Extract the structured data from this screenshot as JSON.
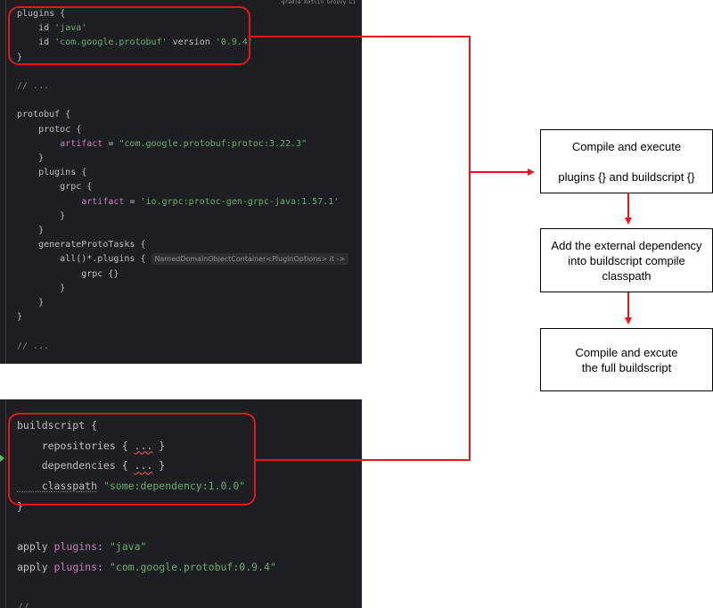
{
  "top_strip_text": "gradle  Kotlin  Groovy  Li",
  "editor_top": {
    "lines": [
      {
        "t": [
          {
            "c": "kw",
            "v": "plugins {"
          }
        ]
      },
      {
        "t": [
          {
            "c": "kw",
            "v": "    id "
          },
          {
            "c": "str",
            "v": "'java'"
          }
        ]
      },
      {
        "t": [
          {
            "c": "kw",
            "v": "    id "
          },
          {
            "c": "str",
            "v": "'com.google.protobuf'"
          },
          {
            "c": "kw",
            "v": " version "
          },
          {
            "c": "str",
            "v": "'0.9.4'"
          }
        ]
      },
      {
        "t": [
          {
            "c": "kw",
            "v": "}"
          }
        ]
      },
      {
        "t": []
      },
      {
        "t": [
          {
            "c": "cmt",
            "v": "// ..."
          }
        ]
      },
      {
        "t": []
      },
      {
        "t": [
          {
            "c": "kw",
            "v": "protobuf {"
          }
        ]
      },
      {
        "t": [
          {
            "c": "kw",
            "v": "    protoc {"
          }
        ]
      },
      {
        "t": [
          {
            "c": "prop",
            "v": "        artifact"
          },
          {
            "c": "kw",
            "v": " = "
          },
          {
            "c": "str",
            "v": "\"com.google.protobuf:protoc:3.22.3\""
          }
        ]
      },
      {
        "t": [
          {
            "c": "kw",
            "v": "    }"
          }
        ]
      },
      {
        "t": [
          {
            "c": "kw",
            "v": "    plugins {"
          }
        ]
      },
      {
        "t": [
          {
            "c": "kw",
            "v": "        grpc {"
          }
        ]
      },
      {
        "t": [
          {
            "c": "prop",
            "v": "            artifact"
          },
          {
            "c": "kw",
            "v": " = "
          },
          {
            "c": "str",
            "v": "'io.grpc:protoc-gen-grpc-java:1.57.1'"
          }
        ]
      },
      {
        "t": [
          {
            "c": "kw",
            "v": "        }"
          }
        ]
      },
      {
        "t": [
          {
            "c": "kw",
            "v": "    }"
          }
        ]
      },
      {
        "t": [
          {
            "c": "kw",
            "v": "    generateProtoTasks {"
          }
        ]
      },
      {
        "t": [
          {
            "c": "kw",
            "v": "        all()*.plugins { "
          },
          {
            "c": "hint",
            "v": "NamedDomainObjectContainer<PluginOptions> it ->"
          }
        ]
      },
      {
        "t": [
          {
            "c": "kw",
            "v": "            grpc {}"
          }
        ]
      },
      {
        "t": [
          {
            "c": "kw",
            "v": "        }"
          }
        ]
      },
      {
        "t": [
          {
            "c": "kw",
            "v": "    }"
          }
        ]
      },
      {
        "t": [
          {
            "c": "kw",
            "v": "}"
          }
        ]
      },
      {
        "t": []
      },
      {
        "t": [
          {
            "c": "cmt",
            "v": "// ..."
          }
        ]
      }
    ]
  },
  "editor_bottom": {
    "lines": [
      {
        "t": [
          {
            "c": "kw",
            "v": "buildscript {"
          }
        ]
      },
      {
        "t": [
          {
            "c": "kw",
            "v": "    repositories { "
          },
          {
            "c": "squig",
            "v": "..."
          },
          {
            "c": "kw",
            "v": " }"
          }
        ]
      },
      {
        "t": [
          {
            "c": "kw",
            "v": "    dependencies { "
          },
          {
            "c": "squig",
            "v": "..."
          },
          {
            "c": "kw",
            "v": " }"
          }
        ]
      },
      {
        "t": [
          {
            "c": "dotted",
            "v": "    classpath"
          },
          {
            "c": "kw",
            "v": " "
          },
          {
            "c": "str",
            "v": "\"some:dependency:1.0.0\""
          }
        ]
      },
      {
        "t": [
          {
            "c": "kw",
            "v": "}"
          }
        ]
      },
      {
        "t": []
      },
      {
        "t": [
          {
            "c": "kw",
            "v": "apply "
          },
          {
            "c": "prop",
            "v": "plugins"
          },
          {
            "c": "kw",
            "v": ": "
          },
          {
            "c": "str",
            "v": "\"java\""
          }
        ]
      },
      {
        "t": [
          {
            "c": "kw",
            "v": "apply "
          },
          {
            "c": "prop",
            "v": "plugins"
          },
          {
            "c": "kw",
            "v": ": "
          },
          {
            "c": "str",
            "v": "\"com.google.protobuf:0.9.4\""
          }
        ]
      },
      {
        "t": []
      },
      {
        "t": [
          {
            "c": "cmt",
            "v": "// ..."
          }
        ]
      }
    ]
  },
  "flow": {
    "box1": {
      "line1": "Compile and execute",
      "line2": "plugins {} and buildscript {}"
    },
    "box2": {
      "line1": "Add the external dependency",
      "line2": "into buildscript compile",
      "line3": "classpath"
    },
    "box3": {
      "line1": "Compile and excute",
      "line2": "the full buildscript"
    }
  },
  "colors": {
    "editor_bg": "#1e1f22",
    "highlight_red": "#e3161c",
    "string_green": "#6aab73",
    "property_purple": "#c77dbb",
    "comment_gray": "#7a7e85"
  }
}
